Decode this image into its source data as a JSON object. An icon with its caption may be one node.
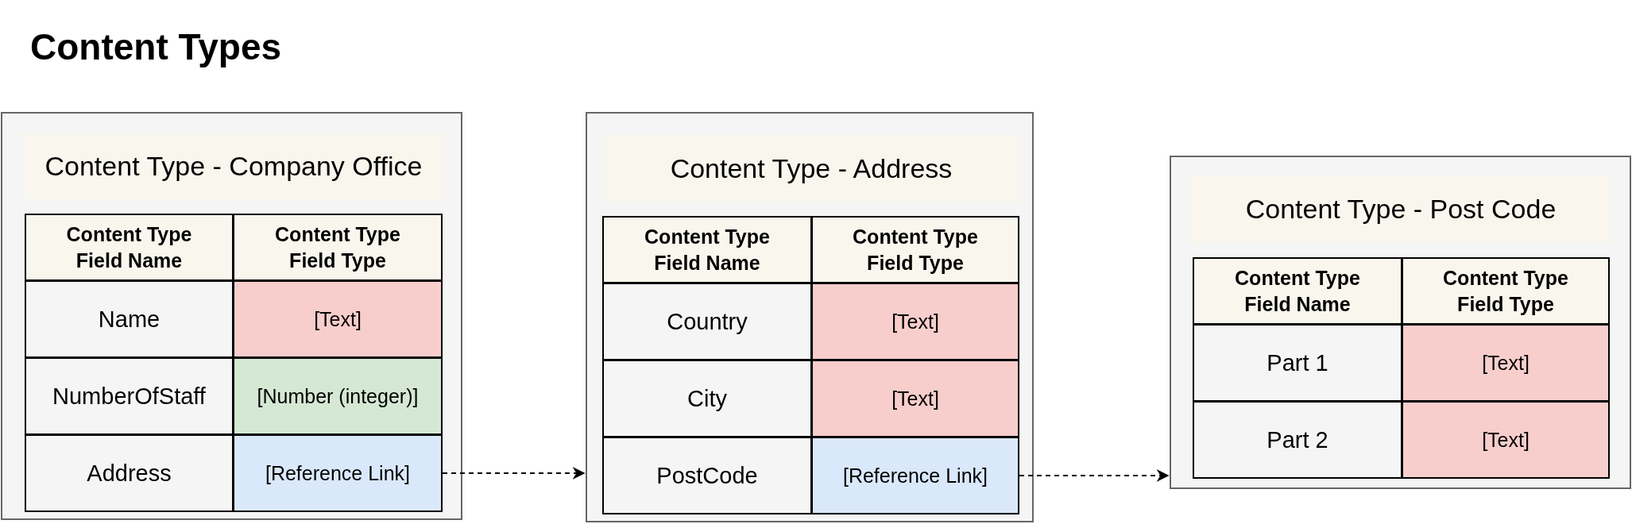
{
  "diagram": {
    "title": "Content Types",
    "nodes": [
      {
        "text": [],
        "shape": "box"
      },
      {
        "text": [
          "Content Type - Company Office"
        ],
        "in": 0
      },
      {
        "text": [
          "Content Type Field Name"
        ],
        "in": 0
      },
      {
        "text": [
          "Content Type Field Type"
        ],
        "in": 0
      },
      {
        "text": [
          "Name"
        ],
        "in": 0
      },
      {
        "text": [
          "[Text]"
        ],
        "in": 0
      },
      {
        "text": [
          "NumberOfStaff"
        ],
        "in": 0
      },
      {
        "text": [
          "[Number (integer)]"
        ],
        "in": 0
      },
      {
        "text": [
          "Address"
        ],
        "in": 0
      },
      {
        "text": [
          "[Reference Link]"
        ],
        "in": 0
      },
      {
        "text": [],
        "shape": "box"
      },
      {
        "text": [
          "Content Type - Address"
        ],
        "in": 10
      },
      {
        "text": [
          "Content Type Field Name"
        ],
        "in": 10
      },
      {
        "text": [
          "Content Type Field Type"
        ],
        "in": 10
      },
      {
        "text": [
          "Country"
        ],
        "in": 10
      },
      {
        "text": [
          "[Text]"
        ],
        "in": 10
      },
      {
        "text": [
          "City"
        ],
        "in": 10
      },
      {
        "text": [
          "[Text]"
        ],
        "in": 10
      },
      {
        "text": [
          "PostCode"
        ],
        "in": 10
      },
      {
        "text": [
          "[Reference Link]"
        ],
        "in": 10
      },
      {
        "text": [],
        "shape": "box"
      },
      {
        "text": [
          "Content Type - Post Code"
        ],
        "in": 20
      },
      {
        "text": [
          "Content Type Field Name"
        ],
        "in": 20
      },
      {
        "text": [
          "Content Type Field Type"
        ],
        "in": 20
      },
      {
        "text": [
          "Part 1"
        ],
        "in": 20
      },
      {
        "text": [
          "[Text]"
        ],
        "in": 20
      },
      {
        "text": [
          "Part 2"
        ],
        "in": 20
      },
      {
        "text": [
          "[Text]"
        ],
        "in": 20
      }
    ],
    "edges": [
      {
        "from": 9,
        "to": 10,
        "arrow": "to",
        "style": "dashed"
      },
      {
        "from": 19,
        "to": 20,
        "arrow": "to",
        "style": "dashed"
      }
    ]
  }
}
